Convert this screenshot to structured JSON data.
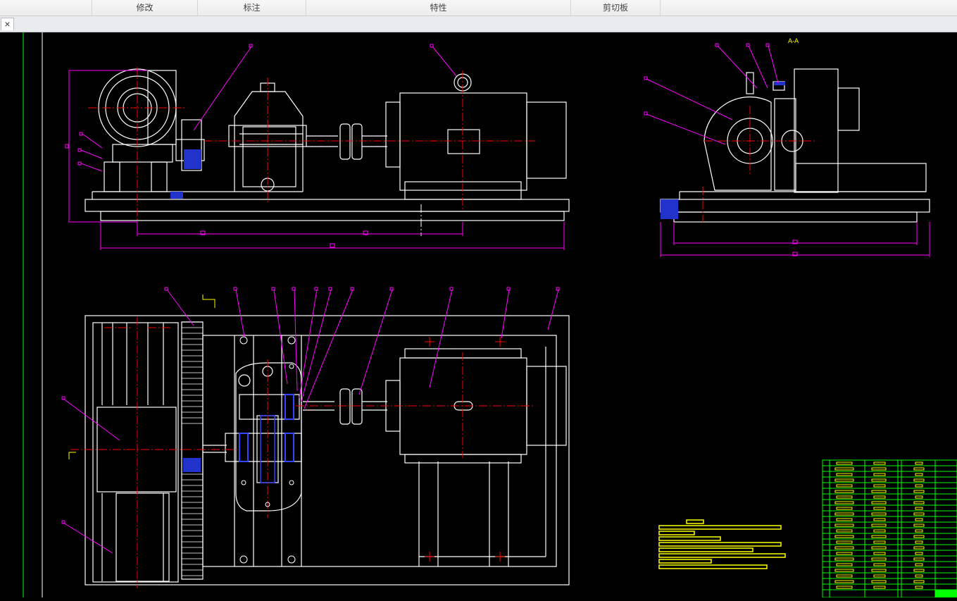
{
  "ribbon": {
    "panels": [
      {
        "label": "修改"
      },
      {
        "label": "标注"
      },
      {
        "label": "特性"
      },
      {
        "label": "剪切板"
      }
    ]
  },
  "tabs": {
    "close_glyph": "×"
  },
  "drawing": {
    "section_label": "A-A",
    "colors": {
      "background": "#000000",
      "geometry": "#ffffff",
      "centerline": "#ff0000",
      "dimension": "#ff00ff",
      "text_block": "#ffff00",
      "table": "#00ff00",
      "hatch": "#0000ff",
      "frame": "#00ff00"
    }
  }
}
